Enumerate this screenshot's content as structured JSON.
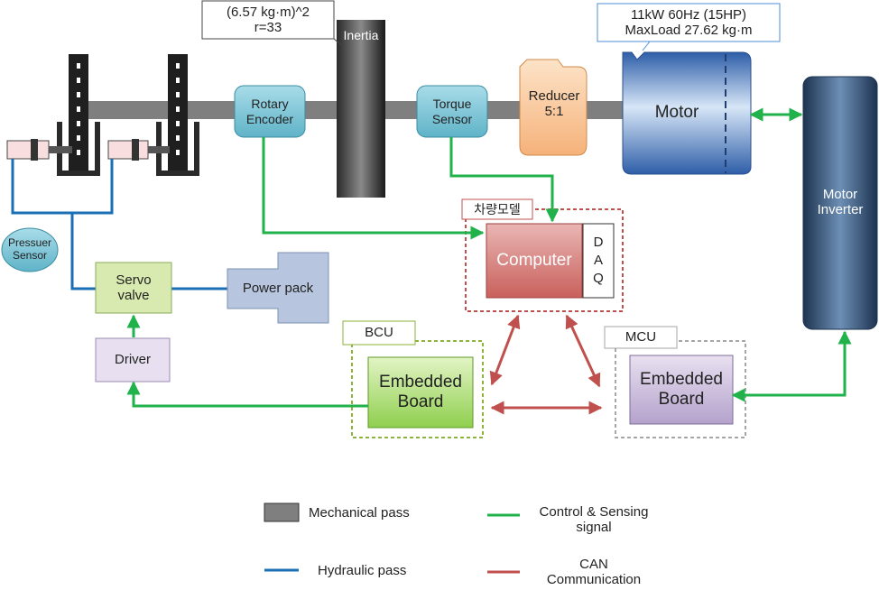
{
  "callouts": {
    "inertia_spec": "(6.57 kg·m)^2\nr=33",
    "motor_spec": "11kW 60Hz (15HP)\nMaxLoad 27.62 kg·m"
  },
  "components": {
    "inertia": "Inertia",
    "rotary_encoder": "Rotary\nEncoder",
    "torque_sensor": "Torque\nSensor",
    "reducer": "Reducer\n5:1",
    "motor": "Motor",
    "motor_inverter": "Motor\nInverter",
    "pressure_sensor": "Pressuer\nSensor",
    "servo_valve": "Servo\nvalve",
    "power_pack": "Power pack",
    "driver": "Driver",
    "computer": "Computer",
    "daq": "D\nA\nQ",
    "vehicle_model_tag": "차량모델",
    "bcu_tag": "BCU",
    "bcu_board": "Embedded\nBoard",
    "mcu_tag": "MCU",
    "mcu_board": "Embedded\nBoard"
  },
  "legend": {
    "mechanical": "Mechanical pass",
    "hydraulic": "Hydraulic pass",
    "control": "Control & Sensing\nsignal",
    "can": "CAN\nCommunication"
  },
  "colors": {
    "shaft": "#7f7f7f",
    "hydraulic": "#1a6fb5",
    "control": "#21b24b",
    "can": "#c0504d",
    "bcu_border": "#8db33a",
    "mcu_border": "#a6a6a6",
    "vehicle_border": "#c0504d"
  }
}
